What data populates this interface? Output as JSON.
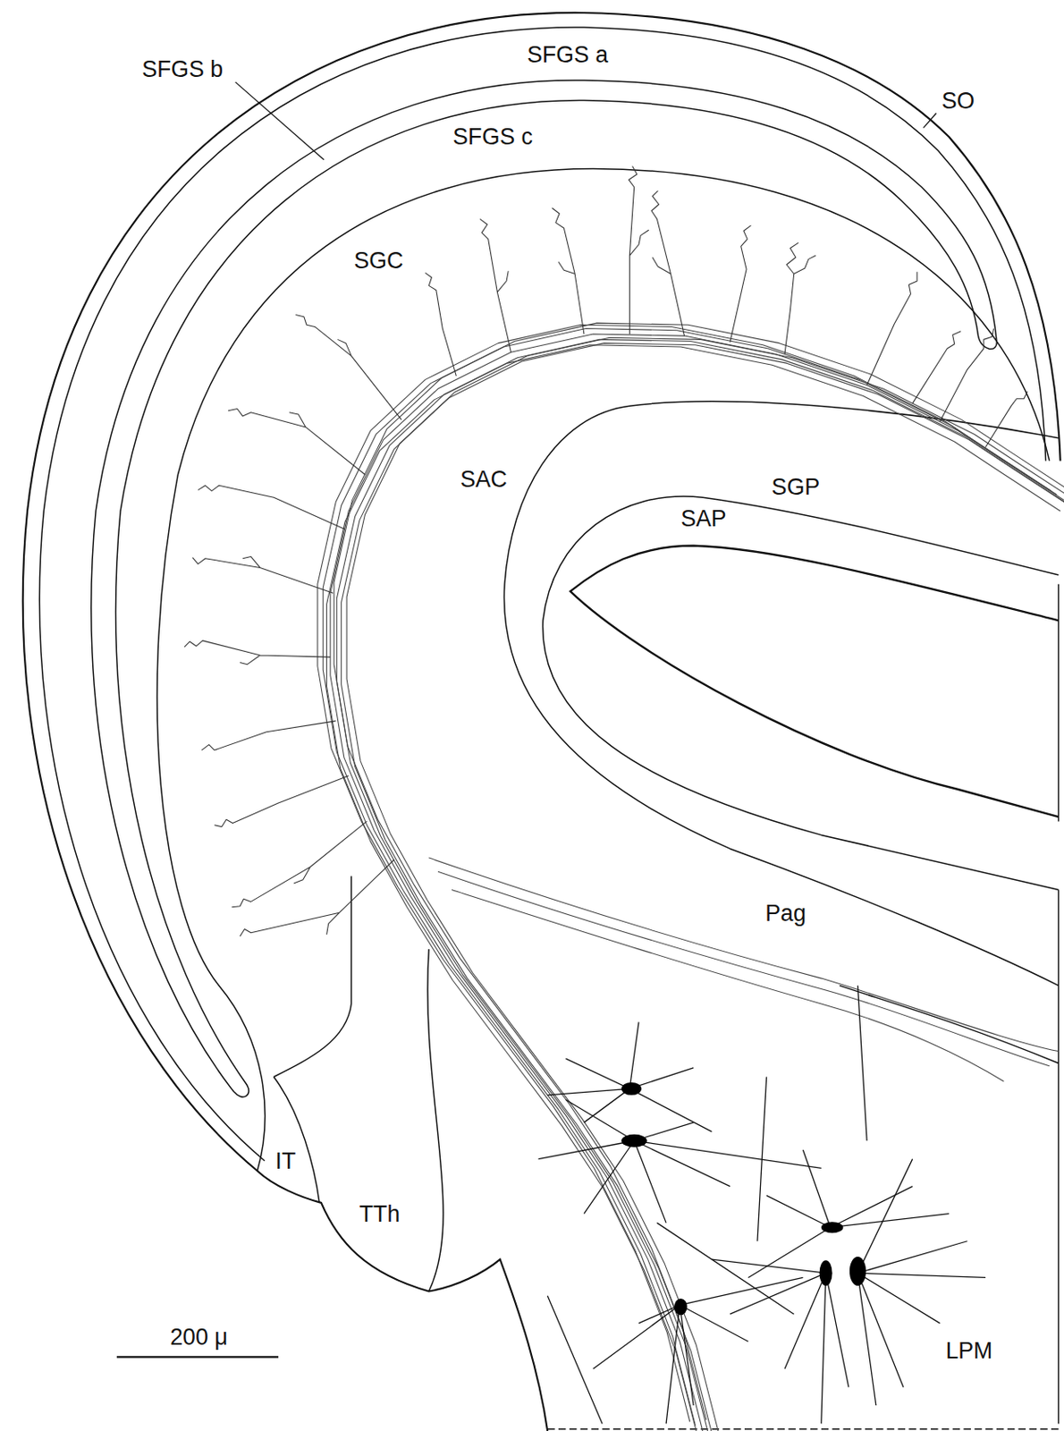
{
  "diagram": {
    "labels": [
      "SFGS a",
      "SO",
      "SFGS b",
      "SFGS c",
      "SGC",
      "SAC",
      "SGP",
      "SAP",
      "Pag",
      "IT",
      "TTh",
      "LPM",
      "200 μ"
    ]
  }
}
